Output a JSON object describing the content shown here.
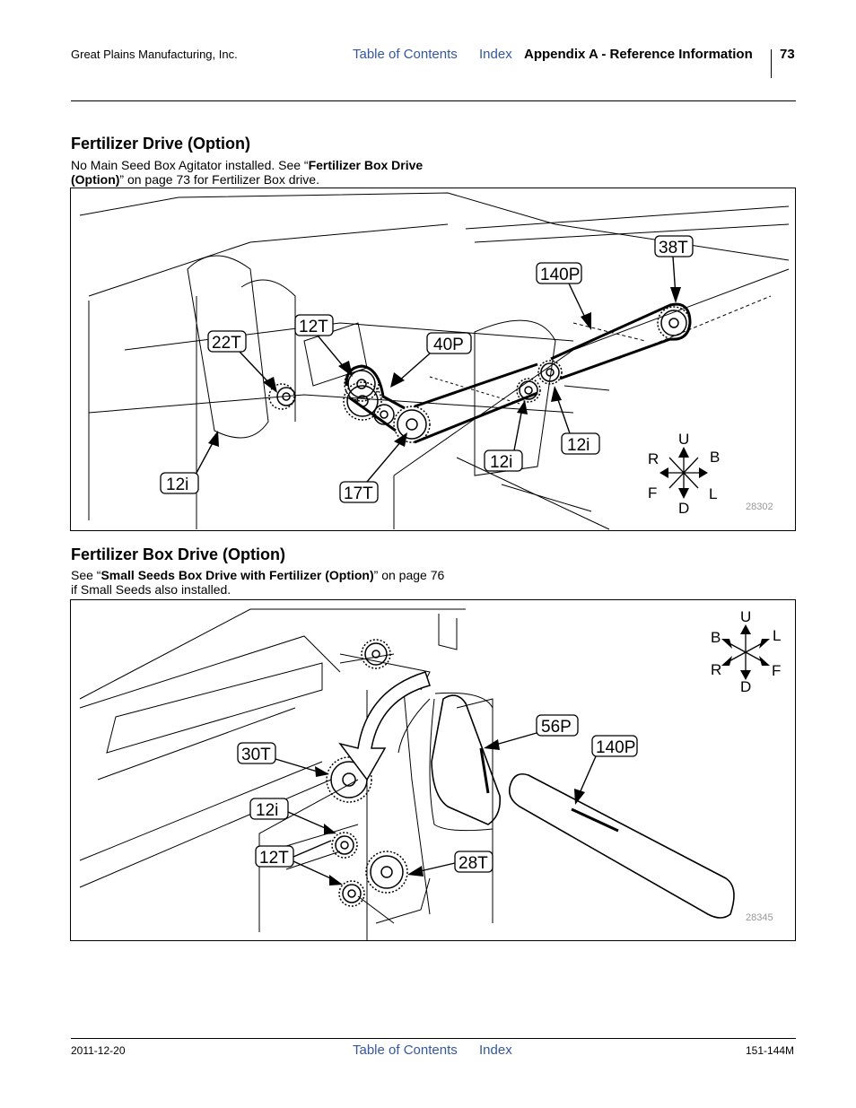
{
  "header": {
    "company": "Great Plains Manufacturing, Inc.",
    "toc_link": "Table of Contents",
    "index_link": "Index",
    "appendix": "Appendix A - Reference Information",
    "page_number": "73"
  },
  "section1": {
    "title": "Fertilizer Drive (Option)",
    "text_pre": "No Main Seed Box Agitator installed. See “",
    "text_bold": "Fertilizer Box Drive (Option)",
    "text_post": "” on page 73 for Fertilizer Box drive.",
    "figure": {
      "number": "28302",
      "callouts": [
        "38T",
        "140P",
        "12T",
        "22T",
        "40P",
        "12i",
        "12i",
        "12i",
        "17T"
      ],
      "directions": [
        "U",
        "R",
        "B",
        "F",
        "L",
        "D"
      ]
    }
  },
  "section2": {
    "title": "Fertilizer Box Drive (Option)",
    "text_pre": "See “",
    "text_bold": "Small Seeds Box Drive with Fertilizer (Option)",
    "text_post": "” on page 76 if Small Seeds also installed.",
    "figure": {
      "number": "28345",
      "callouts": [
        "56P",
        "140P",
        "30T",
        "12i",
        "12T",
        "28T"
      ],
      "directions": [
        "U",
        "B",
        "L",
        "R",
        "F",
        "D"
      ]
    }
  },
  "footer": {
    "date": "2011-12-20",
    "toc_link": "Table of Contents",
    "index_link": "Index",
    "doc_code": "151-144M"
  },
  "colors": {
    "link": "#3355aa"
  }
}
